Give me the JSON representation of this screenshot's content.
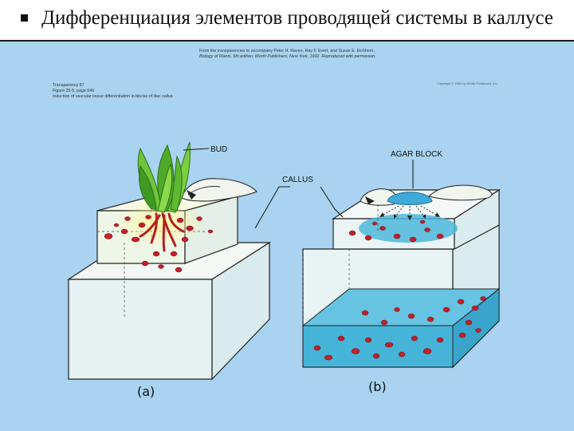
{
  "slide": {
    "title": "Дифференциация элементов проводящей системы в каллусе"
  },
  "credit": {
    "line1": "From the transparencies to accompany Peter H. Raven, Ray F. Evert, and Susan E. Eichhorn,",
    "line2": "Biology of Plants, 5th edition. Worth Publishers, New York, 1992. Reproduced with permission."
  },
  "copyright": "Copyright © 1992 by Worth Publishers, Inc.",
  "meta": {
    "transparency": "Transparency 87",
    "figure": "Figure 25-5, page 549",
    "caption": "Induction of vascular tissue differentiation in blocks of lilac callus"
  },
  "labels": {
    "bud": "BUD",
    "agar_block": "AGAR BLOCK",
    "callus": "CALLUS",
    "panel_a": "(a)",
    "panel_b": "(b)"
  },
  "colors": {
    "background": "#a9d3f0",
    "callus_block": "#eaf3f4",
    "agar": "#3fa9d8",
    "cyan_tissue": "#45b4d8",
    "vascular_cells": "#c0202a",
    "bud_leaves": "#5cb830"
  }
}
